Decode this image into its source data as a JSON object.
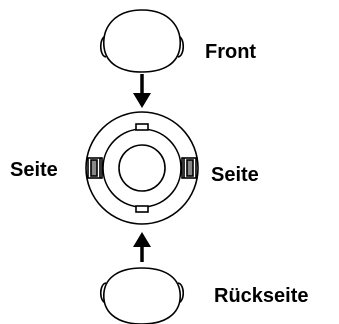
{
  "labels": {
    "front": "Front",
    "side_left": "Seite",
    "side_right": "Seite",
    "back": "Rückseite"
  },
  "colors": {
    "ink": "#000000",
    "background": "#ffffff",
    "connector_fill": "#888888"
  },
  "icons": {
    "top_view": "head-top-view-icon",
    "bottom_view": "head-bottom-view-icon",
    "arrow_down": "arrow-down-icon",
    "arrow_up": "arrow-up-icon",
    "device": "round-device-top-view-icon"
  }
}
